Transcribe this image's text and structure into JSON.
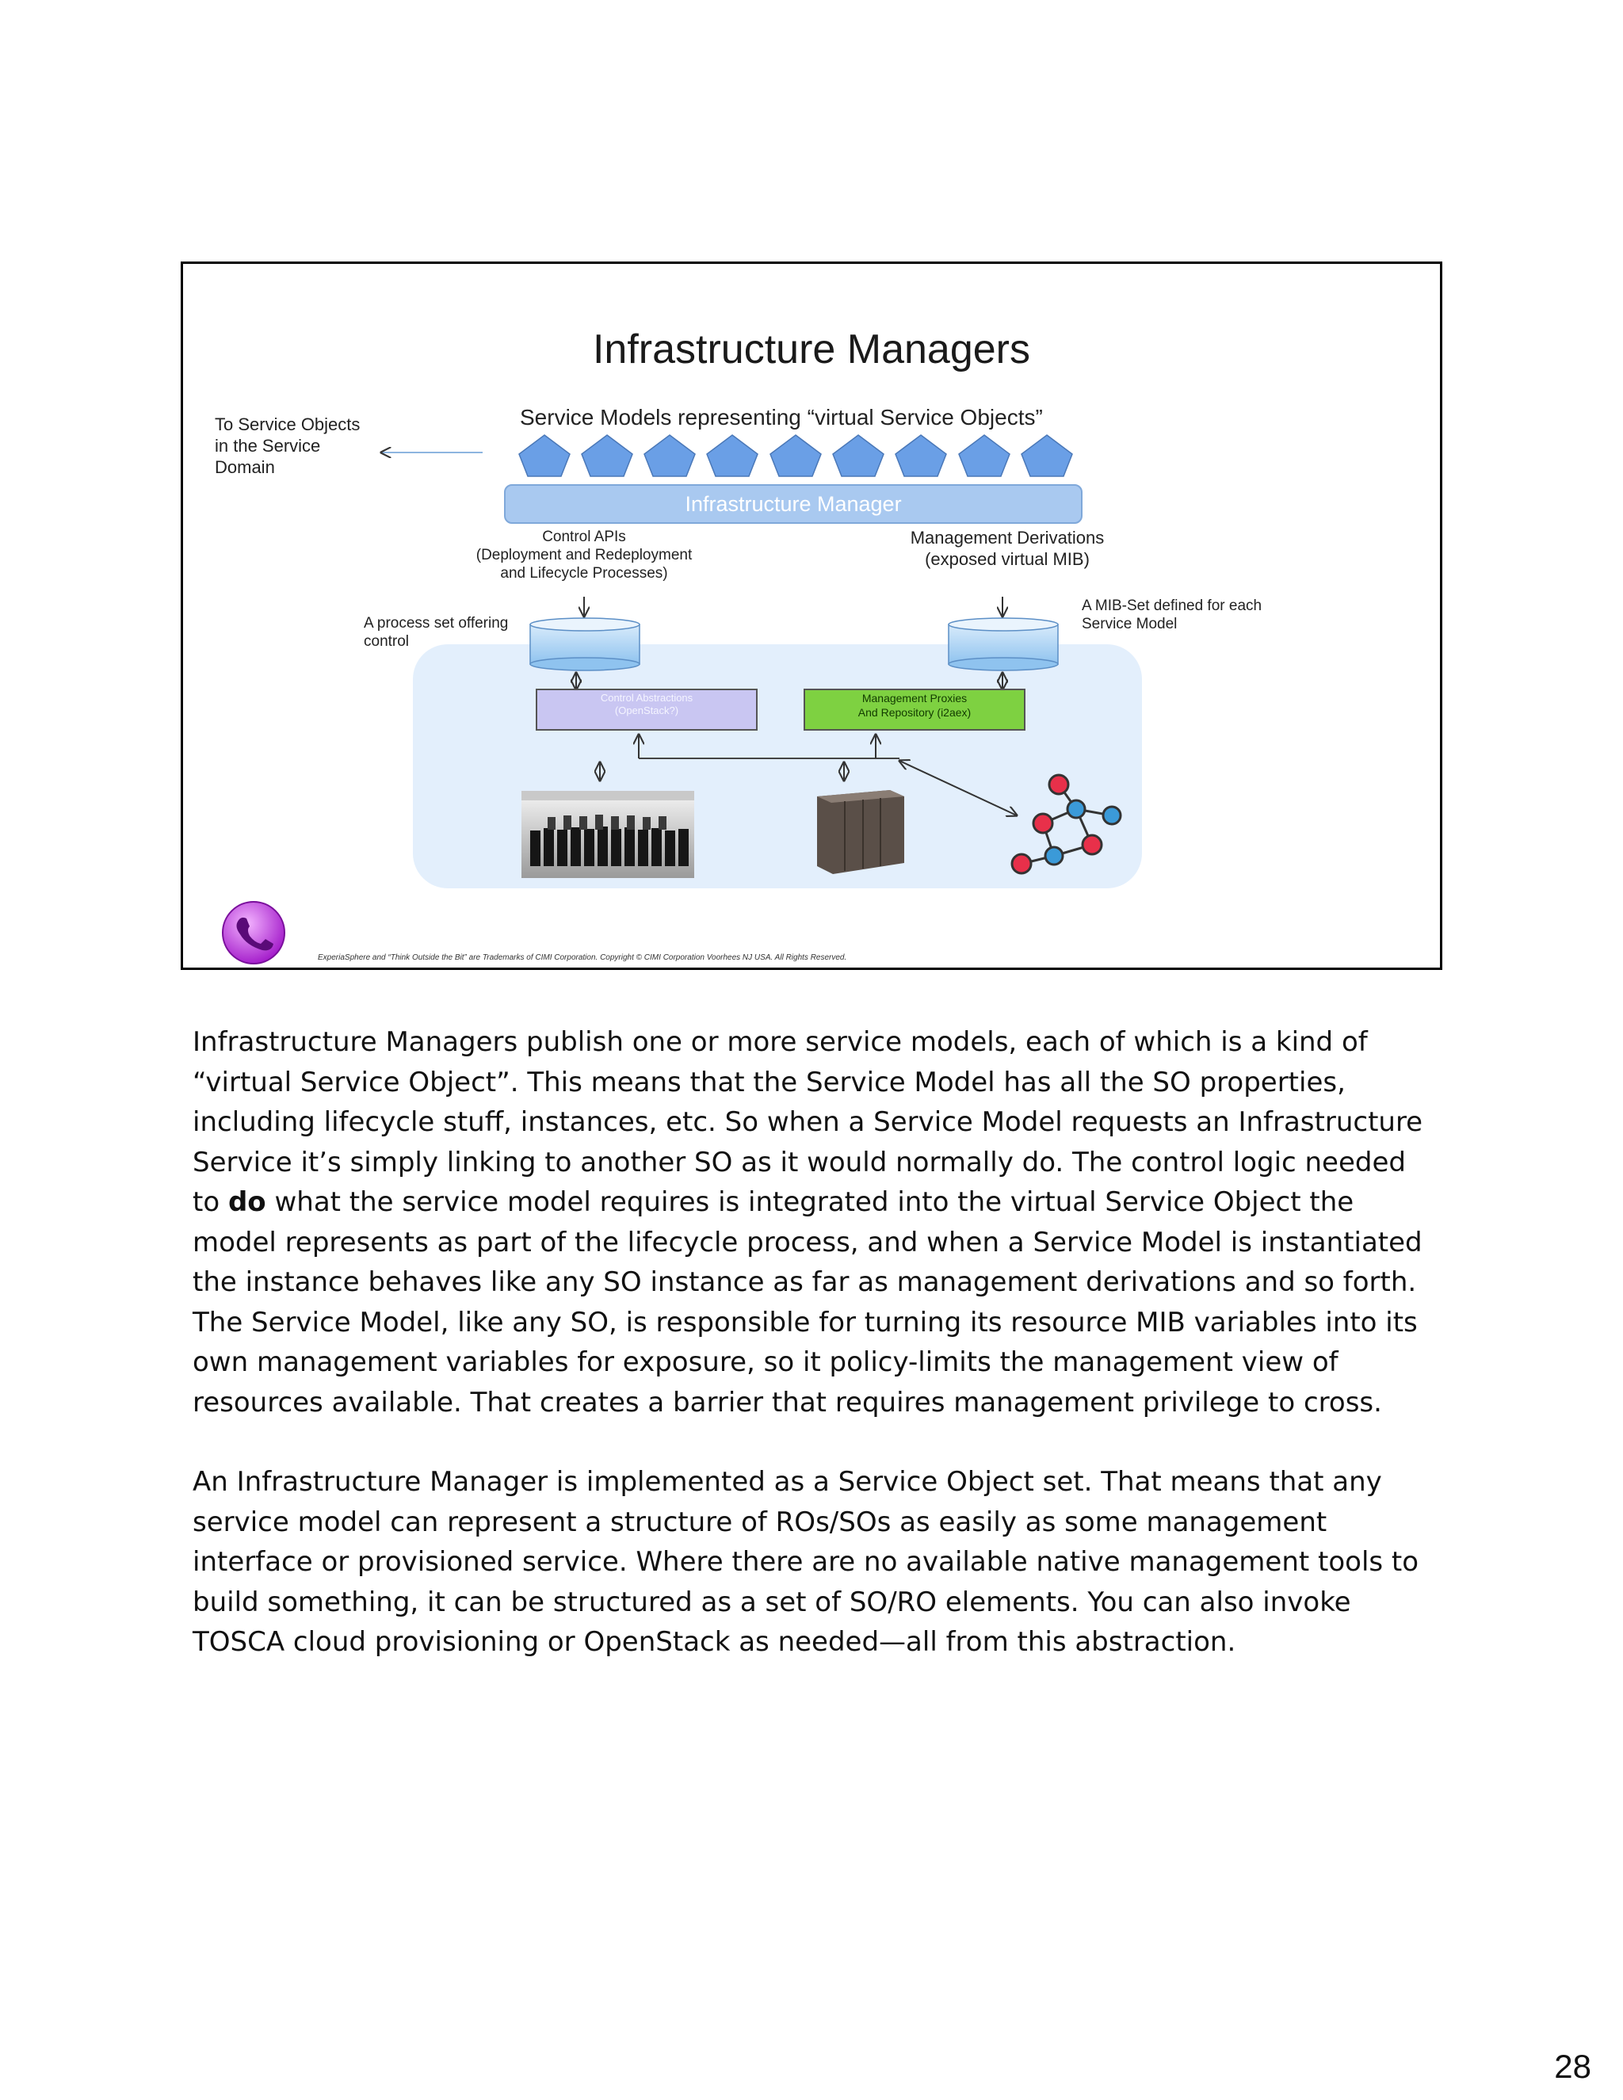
{
  "slide": {
    "title": "Infrastructure Managers",
    "subtitle": "Service Models representing “virtual Service Objects”",
    "to_service_objects": [
      "To Service Objects",
      "in the Service",
      "Domain"
    ],
    "manager_bar": "Infrastructure Manager",
    "control_apis": [
      "Control APIs",
      "(Deployment and Redeployment",
      "and Lifecycle Processes)"
    ],
    "management_derivations": [
      "Management Derivations",
      "(exposed virtual MIB)"
    ],
    "process_set": [
      "A process set offering",
      "control"
    ],
    "mib_set": [
      "A MIB-Set defined for each",
      "Service Model"
    ],
    "control_abstractions": [
      "Control Abstractions",
      "(OpenStack?)"
    ],
    "management_proxies": [
      "Management Proxies",
      "And Repository (i2aex)"
    ],
    "footer": "ExperiaSphere and “Think Outside the Bit” are Trademarks of CIMI Corporation.  Copyright © CIMI Corporation Voorhees NJ USA.  All Rights Reserved.",
    "colors": {
      "pentagon": "#6a9fe6",
      "manager_bar": "#a9c9f0",
      "cloud": "#e3effc",
      "control_abstraction": "#c9c6f2",
      "management_proxy": "#7ed141"
    }
  },
  "body": {
    "p1_pre": "Infrastructure Managers publish one or more service models, each of which is a kind of “virtual Service Object”.  This means that the Service Model has all the SO properties, including lifecycle stuff, instances, etc.  So when a Service Model requests an Infrastructure Service it’s simply linking to another SO as it would normally do.  The control logic needed to ",
    "p1_bold": "do",
    "p1_post": " what the service model requires is integrated into the virtual Service Object the model represents as part of the lifecycle process, and when a Service Model is instantiated the instance behaves like any SO instance as far as management derivations and so forth.  The Service Model, like any SO, is responsible for turning its resource MIB variables into its own management variables for exposure, so it policy-limits the management view of resources available.  That creates a barrier that requires management privilege to cross.",
    "p2": "An Infrastructure Manager is implemented as a Service Object set.  That means that any service model can represent a structure of ROs/SOs as easily as some management interface or provisioned service.  Where there are no available native management tools to build something, it can be structured as a set of SO/RO elements.  You can also invoke TOSCA cloud provisioning or OpenStack as needed—all from this abstraction."
  },
  "page_number": "28"
}
